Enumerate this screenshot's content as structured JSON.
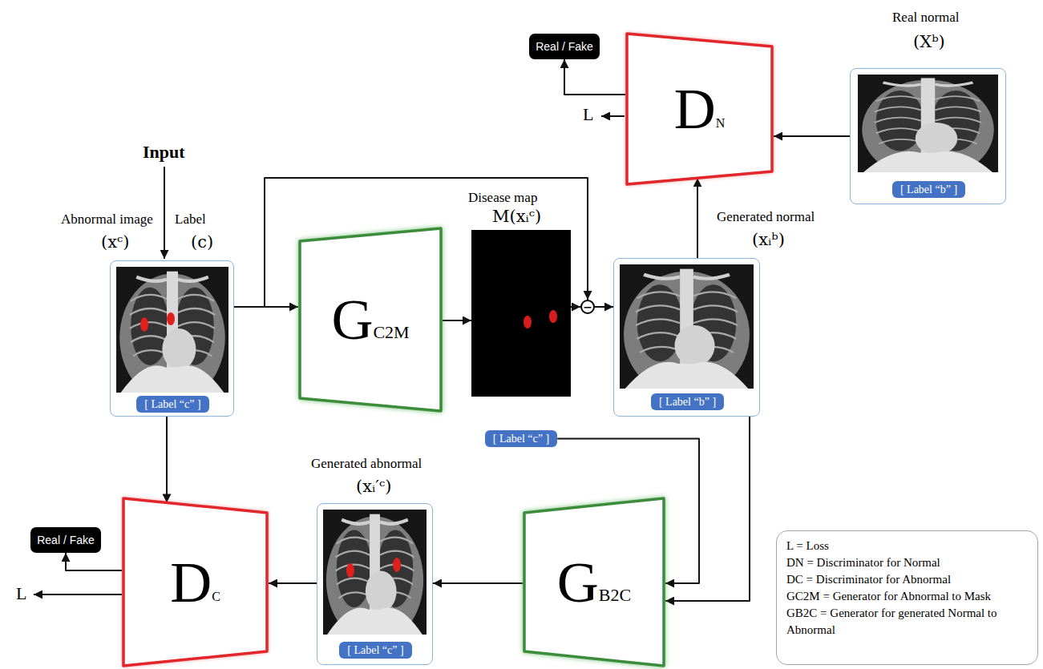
{
  "diagram": {
    "nodes": [
      {
        "text": [
          "Abnormal image",
          "(xᶜ)",
          "Label",
          "(c)"
        ]
      },
      {
        "text": [
          "[ Label “c” ]"
        ],
        "in": 0
      },
      {
        "text": [
          "G",
          "C2M"
        ]
      },
      {
        "text": [
          "Disease map",
          "M(xᵢᶜ)"
        ]
      },
      {
        "text": [
          "[ Label “c” ]"
        ],
        "in": 3
      },
      {
        "text": [
          "−"
        ]
      },
      {
        "text": [
          "Real / Fake"
        ]
      },
      {
        "text": [
          "D",
          "N"
        ]
      },
      {
        "text": [
          "Real normal",
          "(Xᵇ)"
        ]
      },
      {
        "text": [
          "[ Label “b” ]"
        ],
        "in": 8
      },
      {
        "text": [
          "Generated normal",
          "(xᵢᵇ)"
        ]
      },
      {
        "text": [
          "[ Label “b” ]"
        ],
        "in": 10
      },
      {
        "text": [
          "Real / Fake"
        ]
      },
      {
        "text": [
          "D",
          "C"
        ]
      },
      {
        "text": [
          "Generated abnormal",
          "(xᵢ′ᶜ)"
        ]
      },
      {
        "text": [
          "[ Label “c” ]"
        ],
        "in": 14
      },
      {
        "text": [
          "G",
          "B2C"
        ]
      },
      {
        "text": [
          "L = Loss",
          "DN = Discriminator for Normal",
          "DC = Discriminator for Abnormal",
          "GC2M = Generator for Abnormal to Mask",
          "GB2C = Generator for generated Normal to Abnormal"
        ]
      }
    ],
    "edges": [
      {
        "from": 0,
        "to": 2,
        "arrow": "to"
      },
      {
        "from": 0,
        "to": 5,
        "arrow": "to"
      },
      {
        "from": 2,
        "to": 3,
        "arrow": "to"
      },
      {
        "from": 3,
        "to": 5,
        "arrow": "to"
      },
      {
        "from": 5,
        "to": 10,
        "arrow": "to"
      },
      {
        "from": 10,
        "to": 7,
        "arrow": "to"
      },
      {
        "from": 8,
        "to": 7,
        "arrow": "to"
      },
      {
        "from": 7,
        "to": 6,
        "arrow": "to"
      },
      {
        "from": 4,
        "to": 16,
        "arrow": "to"
      },
      {
        "from": 10,
        "to": 16,
        "arrow": "to"
      },
      {
        "from": 16,
        "to": 14,
        "arrow": "to"
      },
      {
        "from": 14,
        "to": 13,
        "arrow": "to"
      },
      {
        "from": 0,
        "to": 13,
        "arrow": "to"
      },
      {
        "from": 13,
        "to": 12,
        "arrow": "to"
      }
    ],
    "labels": [
      "Input",
      "L",
      "L"
    ]
  }
}
